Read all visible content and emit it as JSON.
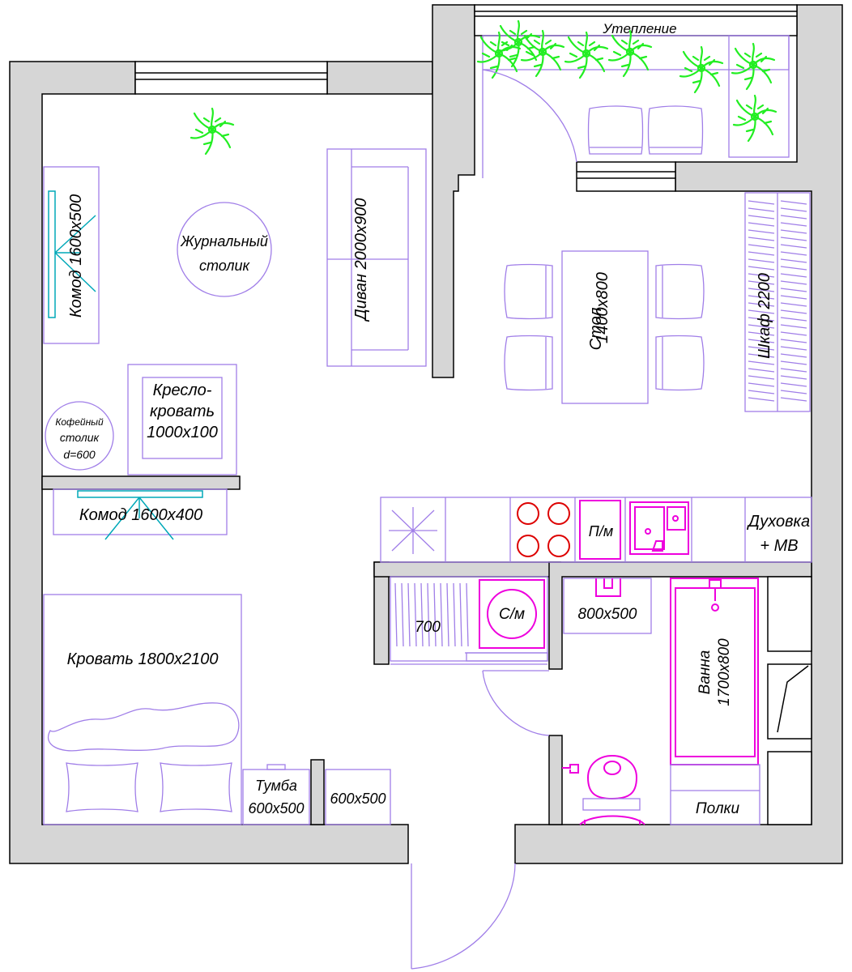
{
  "labels": {
    "insulation": "Утепление",
    "coffee_table_center": [
      "Журнальный",
      "столик"
    ],
    "sofa": "Диван 2000x900",
    "dresser_left": "Комод 1600x500",
    "armchair_bed": [
      "Кресло-",
      "кровать",
      "1000x100"
    ],
    "coffee_table_small": [
      "Кофейный",
      "столик",
      "d=600"
    ],
    "dresser_bottom": "Комод 1600x400",
    "bed": "Кровать 1800x2100",
    "nightstand": [
      "Тумба",
      "600x500"
    ],
    "nightstand_2": "600x500",
    "dining_table": [
      "Стол",
      "1400x800"
    ],
    "wardrobe": "Шкаф 2200",
    "dishwasher": "П/м",
    "oven": [
      "Духовка",
      "+ МВ"
    ],
    "closet": "700",
    "washer": "С/м",
    "sink_cabinet": "800x500",
    "bath": [
      "Ванна",
      "1700x800"
    ],
    "shelves": "Полки"
  },
  "colors": {
    "wall": "#d6d6d6",
    "furniture": "#a07ee8",
    "plumbing": "#ee00dd",
    "hob": "#dd0000",
    "plants": "#22ee22",
    "dresser_accent": "#00a8b8"
  },
  "icons": [
    "plant-icon",
    "chair-icon",
    "pillow-icon",
    "burner-icon",
    "toilet-icon",
    "sink-icon",
    "door-swing-icon"
  ]
}
